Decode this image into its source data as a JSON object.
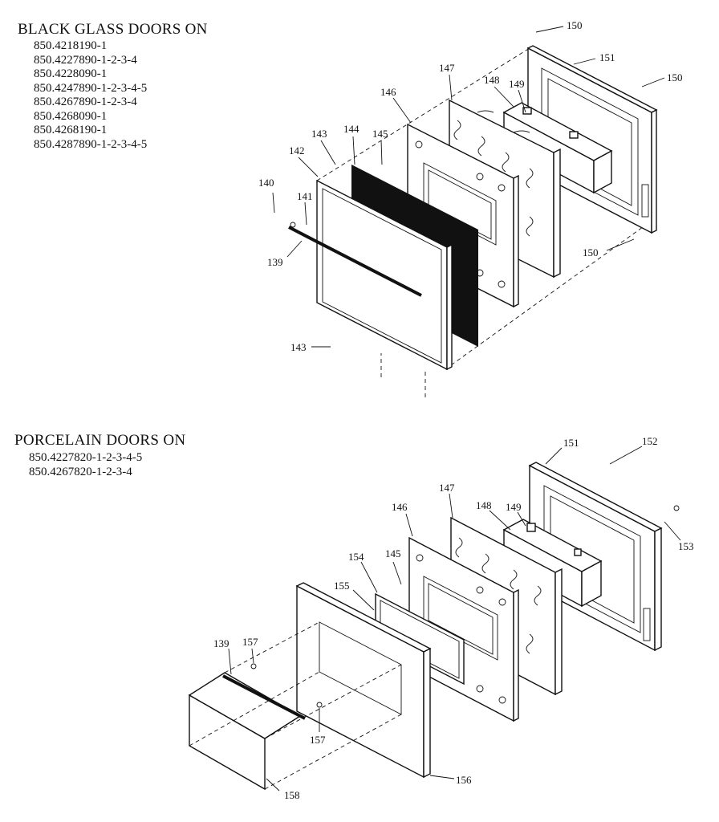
{
  "black_glass": {
    "heading": "BLACK GLASS DOORS ON",
    "models": [
      "850.4218190-1",
      "850.4227890-1-2-3-4",
      "850.4228090-1",
      "850.4247890-1-2-3-4-5",
      "850.4267890-1-2-3-4",
      "850.4268090-1",
      "850.4268190-1",
      "850.4287890-1-2-3-4-5"
    ],
    "callouts": [
      "150",
      "151",
      "150",
      "147",
      "148",
      "149",
      "146",
      "144",
      "143",
      "145",
      "142",
      "140",
      "141",
      "139",
      "150",
      "143"
    ]
  },
  "porcelain": {
    "heading": "PORCELAIN DOORS ON",
    "models": [
      "850.4227820-1-2-3-4-5",
      "850.4267820-1-2-3-4"
    ],
    "callouts": [
      "151",
      "152",
      "147",
      "148",
      "149",
      "153",
      "146",
      "154",
      "145",
      "155",
      "139",
      "157",
      "157",
      "156",
      "158"
    ]
  }
}
